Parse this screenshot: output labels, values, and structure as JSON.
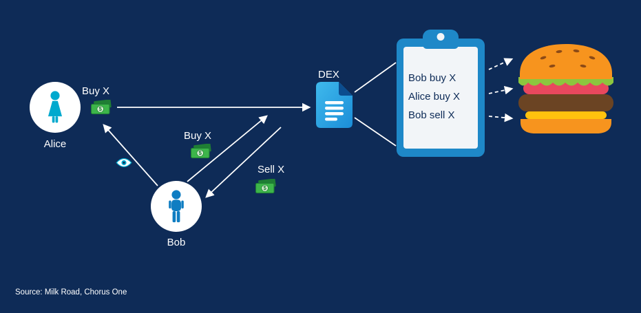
{
  "colors": {
    "bg": "#0e2b57",
    "arrow": "#ffffff",
    "label-text": "#ffffff",
    "alice-cyan": "#00a9ce",
    "bob-blue": "#0f7dc2",
    "money-green": "#3db54a",
    "money-dark": "#1f7e34",
    "money-light": "#dff3d8",
    "doc-blue-light": "#3fb9ec",
    "doc-blue": "#1b8ed8",
    "doc-fold": "#0b4d8f",
    "board-blue": "#1e88c8",
    "paper": "#f2f5f8",
    "clip-text": "#0d2b57",
    "bun": "#f7941e",
    "seed": "#8c4a16",
    "lettuce": "#8cc63e",
    "tomato": "#e8485e",
    "patty": "#6b4423",
    "cheese": "#ffc20e"
  },
  "nodes": {
    "alice": {
      "label": "Alice"
    },
    "bob": {
      "label": "Bob"
    },
    "dex": {
      "label": "DEX"
    }
  },
  "flows": {
    "alice_buy": "Buy X",
    "bob_buy": "Buy X",
    "bob_sell": "Sell X"
  },
  "money_symbol": "$",
  "clipboard": {
    "entries": [
      "Bob buy X",
      "Alice buy X",
      "Bob sell X"
    ]
  },
  "footer": {
    "source": "Source: Milk Road, Chorus One"
  }
}
